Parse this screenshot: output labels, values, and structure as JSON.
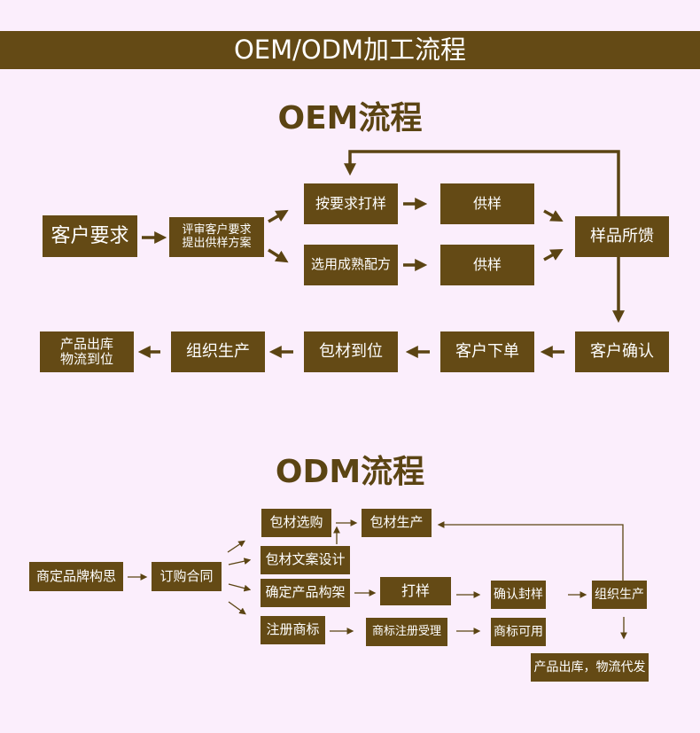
{
  "banner": {
    "title": "OEM/ODM加工流程"
  },
  "colors": {
    "background": "#fbeefc",
    "box": "#644a15",
    "box_text": "#ffffff",
    "arrow": "#5b4413"
  },
  "oem": {
    "title": "OEM流程",
    "nodes": {
      "customer_request": "客户要求",
      "review": [
        "评审客户要求",
        "提出供样方案"
      ],
      "sample_by_request": "按要求打样",
      "supply_top": "供样",
      "mature_formula": "选用成熟配方",
      "supply_bottom": "供样",
      "sample_feedback": "样品所馈",
      "customer_confirm": "客户确认",
      "customer_order": "客户下单",
      "packaging_ready": "包材到位",
      "organize_production": "组织生产",
      "shipping": [
        "产品出库",
        "物流到位"
      ]
    }
  },
  "odm": {
    "title": "ODM流程",
    "nodes": {
      "brand_concept": "商定品牌构思",
      "sign_contract": "订购合同",
      "packaging_select": "包材选购",
      "packaging_production": "包材生产",
      "packaging_design": "包材文案设计",
      "product_structure": "确定产品构架",
      "sample": "打样",
      "confirm_seal": "确认封样",
      "organize_production": "组织生产",
      "trademark_register": "注册商标",
      "trademark_accepted": "商标注册受理",
      "trademark_usable": "商标可用",
      "shipping": "产品出库，物流代发"
    }
  }
}
